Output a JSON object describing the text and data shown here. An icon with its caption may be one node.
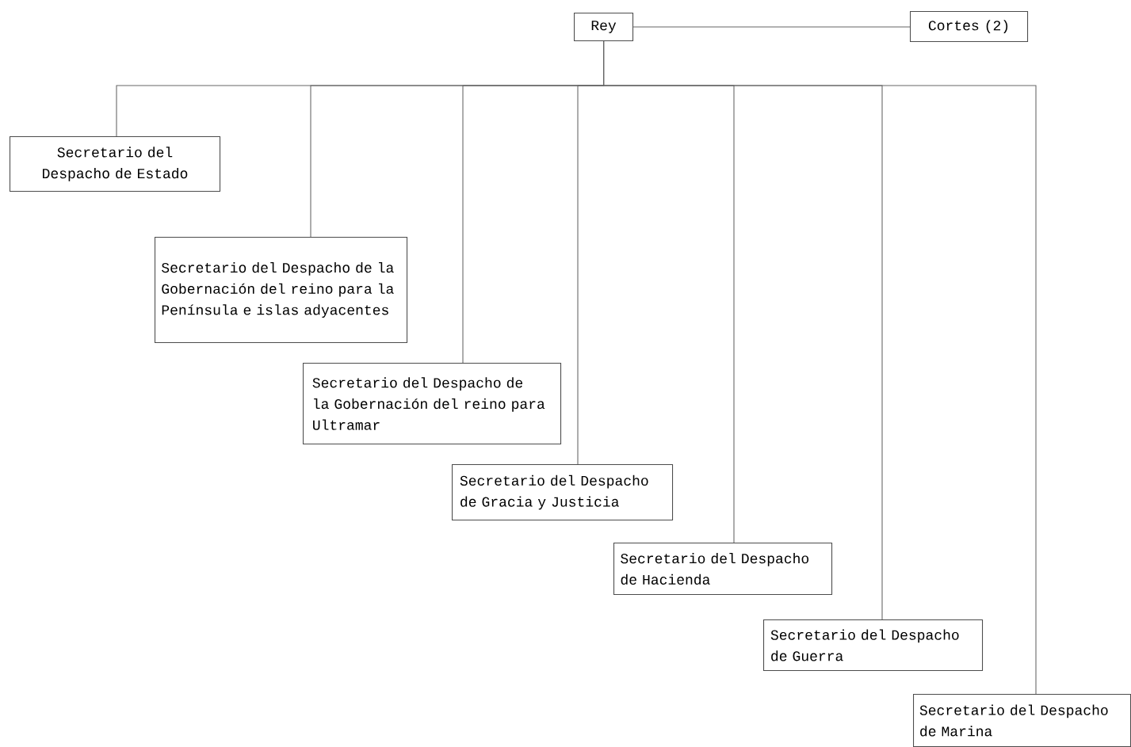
{
  "diagram": {
    "nodes": [
      {
        "text": [
          "Rey"
        ]
      },
      {
        "text": [
          "Cortes (2)"
        ]
      },
      {
        "text": [
          "Secretario del Despacho de Estado"
        ]
      },
      {
        "text": [
          "Secretario del Despacho de la Gobernación del reino para la Península e islas adyacentes"
        ]
      },
      {
        "text": [
          "Secretario del Despacho de la Gobernación del reino para Ultramar"
        ]
      },
      {
        "text": [
          "Secretario del Despacho de Gracia y Justicia"
        ]
      },
      {
        "text": [
          "Secretario del Despacho de Hacienda"
        ]
      },
      {
        "text": [
          "Secretario del Despacho de Guerra"
        ]
      },
      {
        "text": [
          "Secretario del Despacho de Marina"
        ]
      }
    ],
    "edges": [
      {
        "from": 0,
        "to": 1,
        "arrow": "none"
      },
      {
        "from": 0,
        "to": 2,
        "arrow": "none"
      },
      {
        "from": 0,
        "to": 3,
        "arrow": "none"
      },
      {
        "from": 0,
        "to": 4,
        "arrow": "none"
      },
      {
        "from": 0,
        "to": 5,
        "arrow": "none"
      },
      {
        "from": 0,
        "to": 6,
        "arrow": "none"
      },
      {
        "from": 0,
        "to": 7,
        "arrow": "none"
      },
      {
        "from": 0,
        "to": 8,
        "arrow": "none"
      }
    ]
  }
}
